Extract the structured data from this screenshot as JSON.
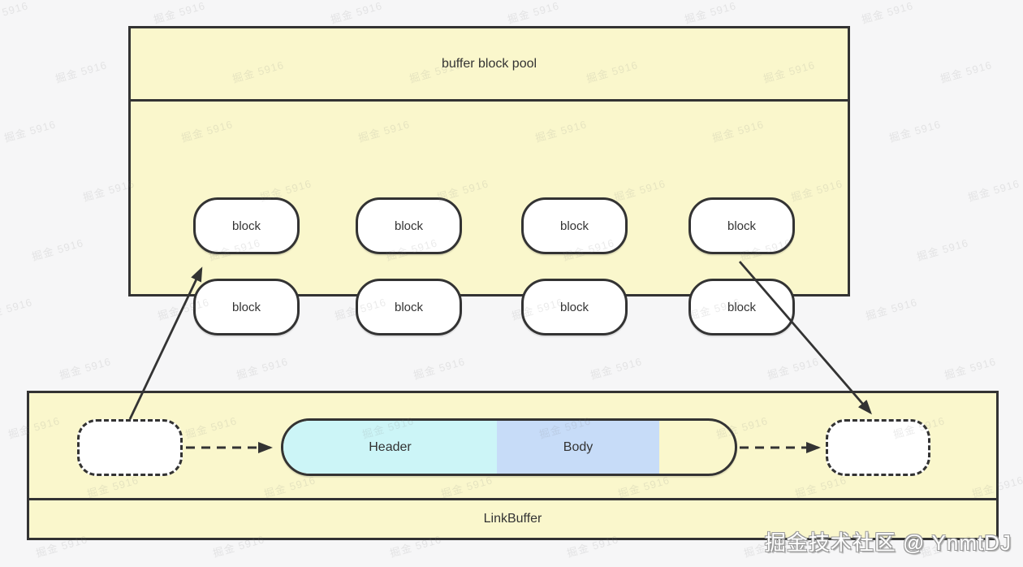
{
  "colors": {
    "page_bg": "#F6F6F7",
    "yellow": "#FAF7CC",
    "border": "#333333",
    "cyan": "#CCF5F7",
    "blue": "#C7DCF8",
    "node_bg": "#FFFFFF",
    "text": "#333333"
  },
  "watermark": {
    "text": "掘金 5916",
    "color": "rgba(130,130,130,0.16)"
  },
  "attribution": {
    "text": "掘金技术社区 @ YnmtDJ"
  },
  "pool": {
    "title": "buffer block pool",
    "blocks": [
      "block",
      "block",
      "block",
      "block",
      "block",
      "block",
      "block",
      "block"
    ]
  },
  "linkbuffer": {
    "label": "LinkBuffer",
    "header_label": "Header",
    "body_label": "Body"
  }
}
